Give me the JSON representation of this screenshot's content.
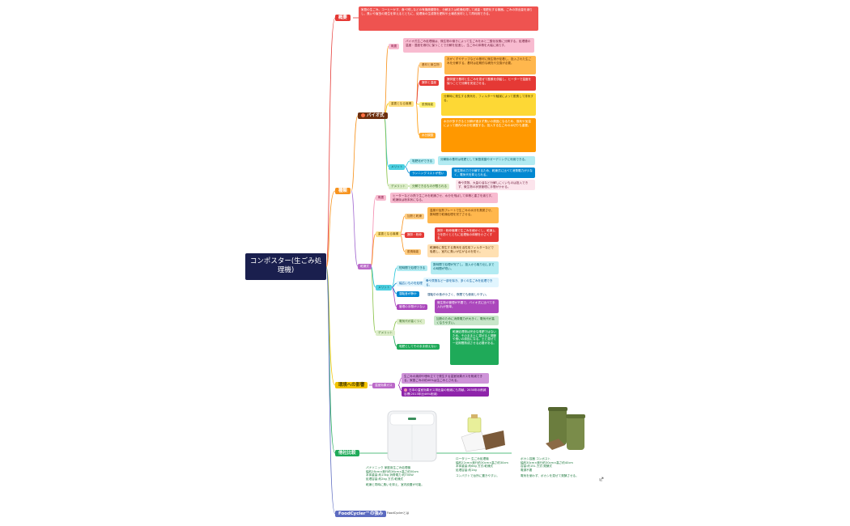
{
  "root": {
    "title": "コンポスター(生ごみ処理機)"
  },
  "branches": {
    "overview": "概要",
    "types": "種類",
    "environment": "環境への影響",
    "comparison": "他社比較",
    "foodcycler": "FoodCycler™の強み"
  },
  "overview_text": "家庭の生ごみ、コーヒーかす、食べ残しなどの有機廃棄物を、分解または乾燥処理して減量・堆肥化する機器。ごみの排出量を減らし、臭いや害虫の発生を抑えるとともに、処理後の生成物を肥料や土壌改良材として再利用できる。",
  "bio": {
    "label": "バイオ式",
    "overview_tag": "概要",
    "overview_text": "バイオ式生ごみ処理機は、微生物の働きによって生ごみを水と二酸化炭素に分解する。処理槽の温度・湿度を適切に保つことで分解を促進し、生ごみの体積を大幅に減らす。",
    "parts_tag": "重要となる機構",
    "parts": [
      {
        "tag": "基材と微生物",
        "text": "おがくずやチップなどの基材に微生物が定着し、投入された生ごみを分解する。基材は定期的な補充や交換が必要。"
      },
      {
        "tag": "攪拌と温度",
        "text": "攪拌翼で基材と生ごみを混ぜて酸素を供給し、ヒーターで温度を保つことで分解を安定させる。"
      },
      {
        "tag": "脱臭機能",
        "text": "分解時に発生する臭気を、フィルターや触媒によって脱臭して排気する。"
      },
      {
        "tag": "水分調整",
        "text": "水分が多すぎると分解が進まず臭いの原因になるため、換気や加温によって槽内の水分を調整する。投入する生ごみの水切りも重要。"
      }
    ],
    "merit_tag": "メリット",
    "merits": [
      {
        "tag": "堆肥化ができる",
        "text": "分解後の基材は堆肥として家庭菜園やガーデニングに利用できる。"
      },
      {
        "tag": "ランニングコストが低い",
        "text": "微生物の力で分解するため、乾燥式に比べて消費電力が少なく、電気代を抑えられる。"
      }
    ],
    "demerit_tag": "デメリット",
    "demerits": [
      {
        "tag": "分解できるものが限られる",
        "text": "骨や貝殻、大量の油など分解しにくいものは投入できず、微生物の状態管理に手間がかかる。"
      }
    ]
  },
  "dry": {
    "label": "乾燥式",
    "overview_tag": "概要",
    "overview_text": "ヒーターなどの熱で生ごみを乾燥させ、水分を飛ばして体積と重さを減らす。乾燥後は粉末状になる。",
    "parts_tag": "重要となる機構",
    "parts": [
      {
        "tag": "加熱と乾燥",
        "text": "温風や加熱プレートで生ごみの水分を蒸発させ、数時間で乾燥処理を完了させる。"
      },
      {
        "tag": "攪拌・粉砕",
        "text": "攪拌・粉砕機構で生ごみを細かくし、乾燥ムラを防ぐとともに処理後の体積を小さくする。"
      },
      {
        "tag": "脱臭機能",
        "text": "乾燥時に発生する臭気を活性炭フィルターなどで吸着し、室内に臭いが広がるのを防ぐ。"
      }
    ],
    "merit_tag": "メリット",
    "merits": [
      {
        "tag": "短時間で処理できる",
        "text": "数時間で処理が完了し、投入から取り出しまでの時間が短い。"
      },
      {
        "tag": "幅広いものを処理",
        "text": "骨や貝殻など一部を除き、多くの生ごみを処理できる。"
      },
      {
        "tag": "運転音が静か",
        "text": "運転中の音が小さく、夜間でも使用しやすい。"
      },
      {
        "tag": "管理の手間が少ない",
        "text": "微生物の管理が不要で、バイオ式に比べて手入れが簡単。"
      }
    ],
    "demerit_tag": "デメリット",
    "demerits": [
      {
        "tag": "電気代が高くつく",
        "text": "加熱のために消費電力が大きく、電気代が高くなりやすい。"
      },
      {
        "tag": "堆肥としてそのまま使えない",
        "text": "乾燥処理物は完全な堆肥ではないため、そのまま土に混ぜると発酵や臭いの原因になる。土と混ぜて一定期間熟成させる必要がある。"
      }
    ]
  },
  "env": {
    "tag": "温室効果ガス",
    "text": "生ごみの焼却や埋め立てで発生する温室効果ガスを削減できる。家庭ごみの約40%は生ごみとされる。",
    "note": "日本の温室効果ガス排出量の削減にも貢献。2030年の削減目標(2013年比46%削減)"
  },
  "products": [
    {
      "name": "パナソニック 家庭用生ごみ処理機",
      "spec1": "幅約28cm×奥行約36cm×高さ約50cm",
      "spec2": "本体重量:約15kg 消費電力:約700W",
      "spec3": "処理容量:約2kg 方式:乾燥式",
      "note": "乾燥と同時に臭いを抑え、室内設置が可能。"
    },
    {
      "name": "ロータリー 生ごみ処理機",
      "spec1": "幅約22cm×奥行約30cm×高さ約30cm",
      "spec2": "本体重量:約6kg 方式:乾燥式",
      "spec3": "処理容量:約1kg",
      "note": "コンパクトで台所に置きやすい。"
    },
    {
      "name": "ボカシ容器 コンポスト",
      "spec1": "幅約30cm×奥行約30cm×高さ約40cm",
      "spec2": "容量:約15L 方式:発酵式",
      "spec3": "電源不要",
      "note": "電気を使わず、ボカシを混ぜて発酵させる。"
    }
  ],
  "foodcycler": {
    "text": "FoodCyclerとは"
  },
  "colors": {
    "root": "#1a1f4e",
    "overview": "#e53935",
    "types": "#f7931e",
    "env": "#f2c300",
    "compare": "#1faa59",
    "foodcycler": "#5c6bc0"
  }
}
